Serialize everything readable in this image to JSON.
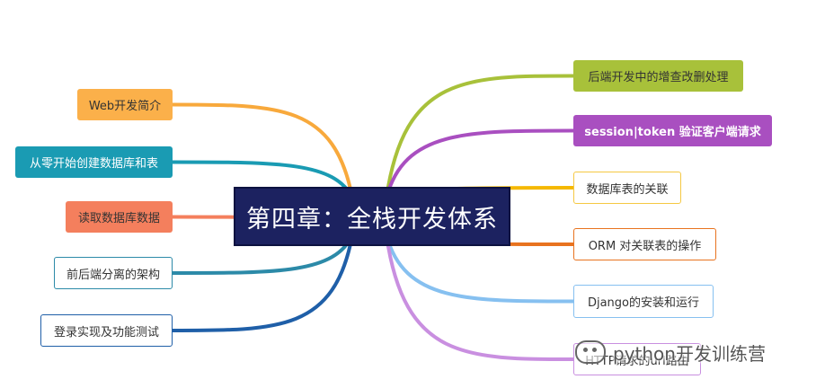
{
  "mindmap": {
    "center": {
      "label": "第四章：全栈开发体系"
    },
    "left_topics": [
      {
        "label": "Web开发简介",
        "color": "#f8a93c"
      },
      {
        "label": "从零开始创建数据库和表",
        "color": "#1a9bb3"
      },
      {
        "label": "读取数据库数据",
        "color": "#f47f5d"
      },
      {
        "label": "前后端分离的架构",
        "color": "#2c8aa8"
      },
      {
        "label": "登录实现及功能测试",
        "color": "#1f5fa8"
      }
    ],
    "right_topics": [
      {
        "label": "后端开发中的增查改删处理",
        "color": "#a8c13a"
      },
      {
        "label": "session|token 验证客户端请求",
        "color": "#a94fc0"
      },
      {
        "label": "数据库表的关联",
        "color": "#f5b800"
      },
      {
        "label": "ORM 对关联表的操作",
        "color": "#e8731f"
      },
      {
        "label": "Django的安装和运行",
        "color": "#86c0f0"
      },
      {
        "label": "HTTP请求的url路由",
        "color": "#c98fe0"
      }
    ],
    "watermark": {
      "text": "python开发训练营",
      "icon": "wechat-icon"
    }
  }
}
